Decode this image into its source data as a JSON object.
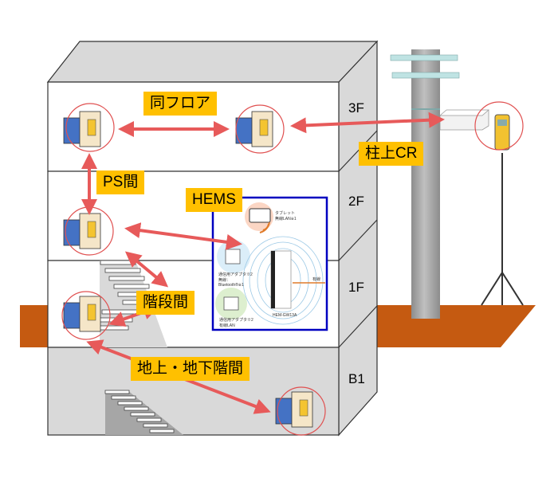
{
  "floors": [
    "3F",
    "2F",
    "1F",
    "B1"
  ],
  "labels": {
    "same_floor": "同フロア",
    "ps": "PS間",
    "hems": "HEMS",
    "stairs": "階段間",
    "ground_basement": "地上・地下階間",
    "pole_cr": "柱上CR"
  },
  "hems_box": {
    "tablet": "タブレット\n無線LAN※1",
    "adapter1": "通信用アダプタ※2\n無線：\nBluetooth®※1",
    "adapter2": "通信用アダプタ※2\n有線LAN",
    "device": "HEM-GW13A",
    "wired": "有線"
  },
  "colors": {
    "wall": "#d9d9d9",
    "ground": "#c55a11",
    "arrow": "#e75a5a",
    "label_bg": "#ffc000",
    "hems_border": "#0000c0",
    "pole": "#a6a6a6"
  }
}
